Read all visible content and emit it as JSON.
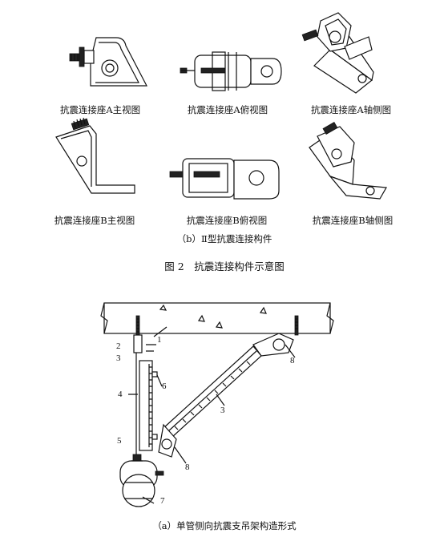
{
  "figure_b": {
    "row1": [
      {
        "id": "a-front",
        "caption": "抗震连接座A主视图"
      },
      {
        "id": "a-top",
        "caption": "抗震连接座A俯视图"
      },
      {
        "id": "a-iso",
        "caption": "抗震连接座A轴侧图"
      }
    ],
    "row2": [
      {
        "id": "b-front",
        "caption": "抗震连接座B主视图"
      },
      {
        "id": "b-top",
        "caption": "抗震连接座B俯视图"
      },
      {
        "id": "b-iso",
        "caption": "抗震连接座B轴侧图"
      }
    ],
    "subtitle": "（b）Ⅱ型抗震连接构件"
  },
  "figure_title": "图 2　抗震连接构件示意图",
  "figure_a": {
    "labels": [
      "1",
      "2",
      "3",
      "4",
      "5",
      "6",
      "3",
      "8",
      "7",
      "8"
    ],
    "caption": "（a）单管侧向抗震支吊架构造形式"
  }
}
